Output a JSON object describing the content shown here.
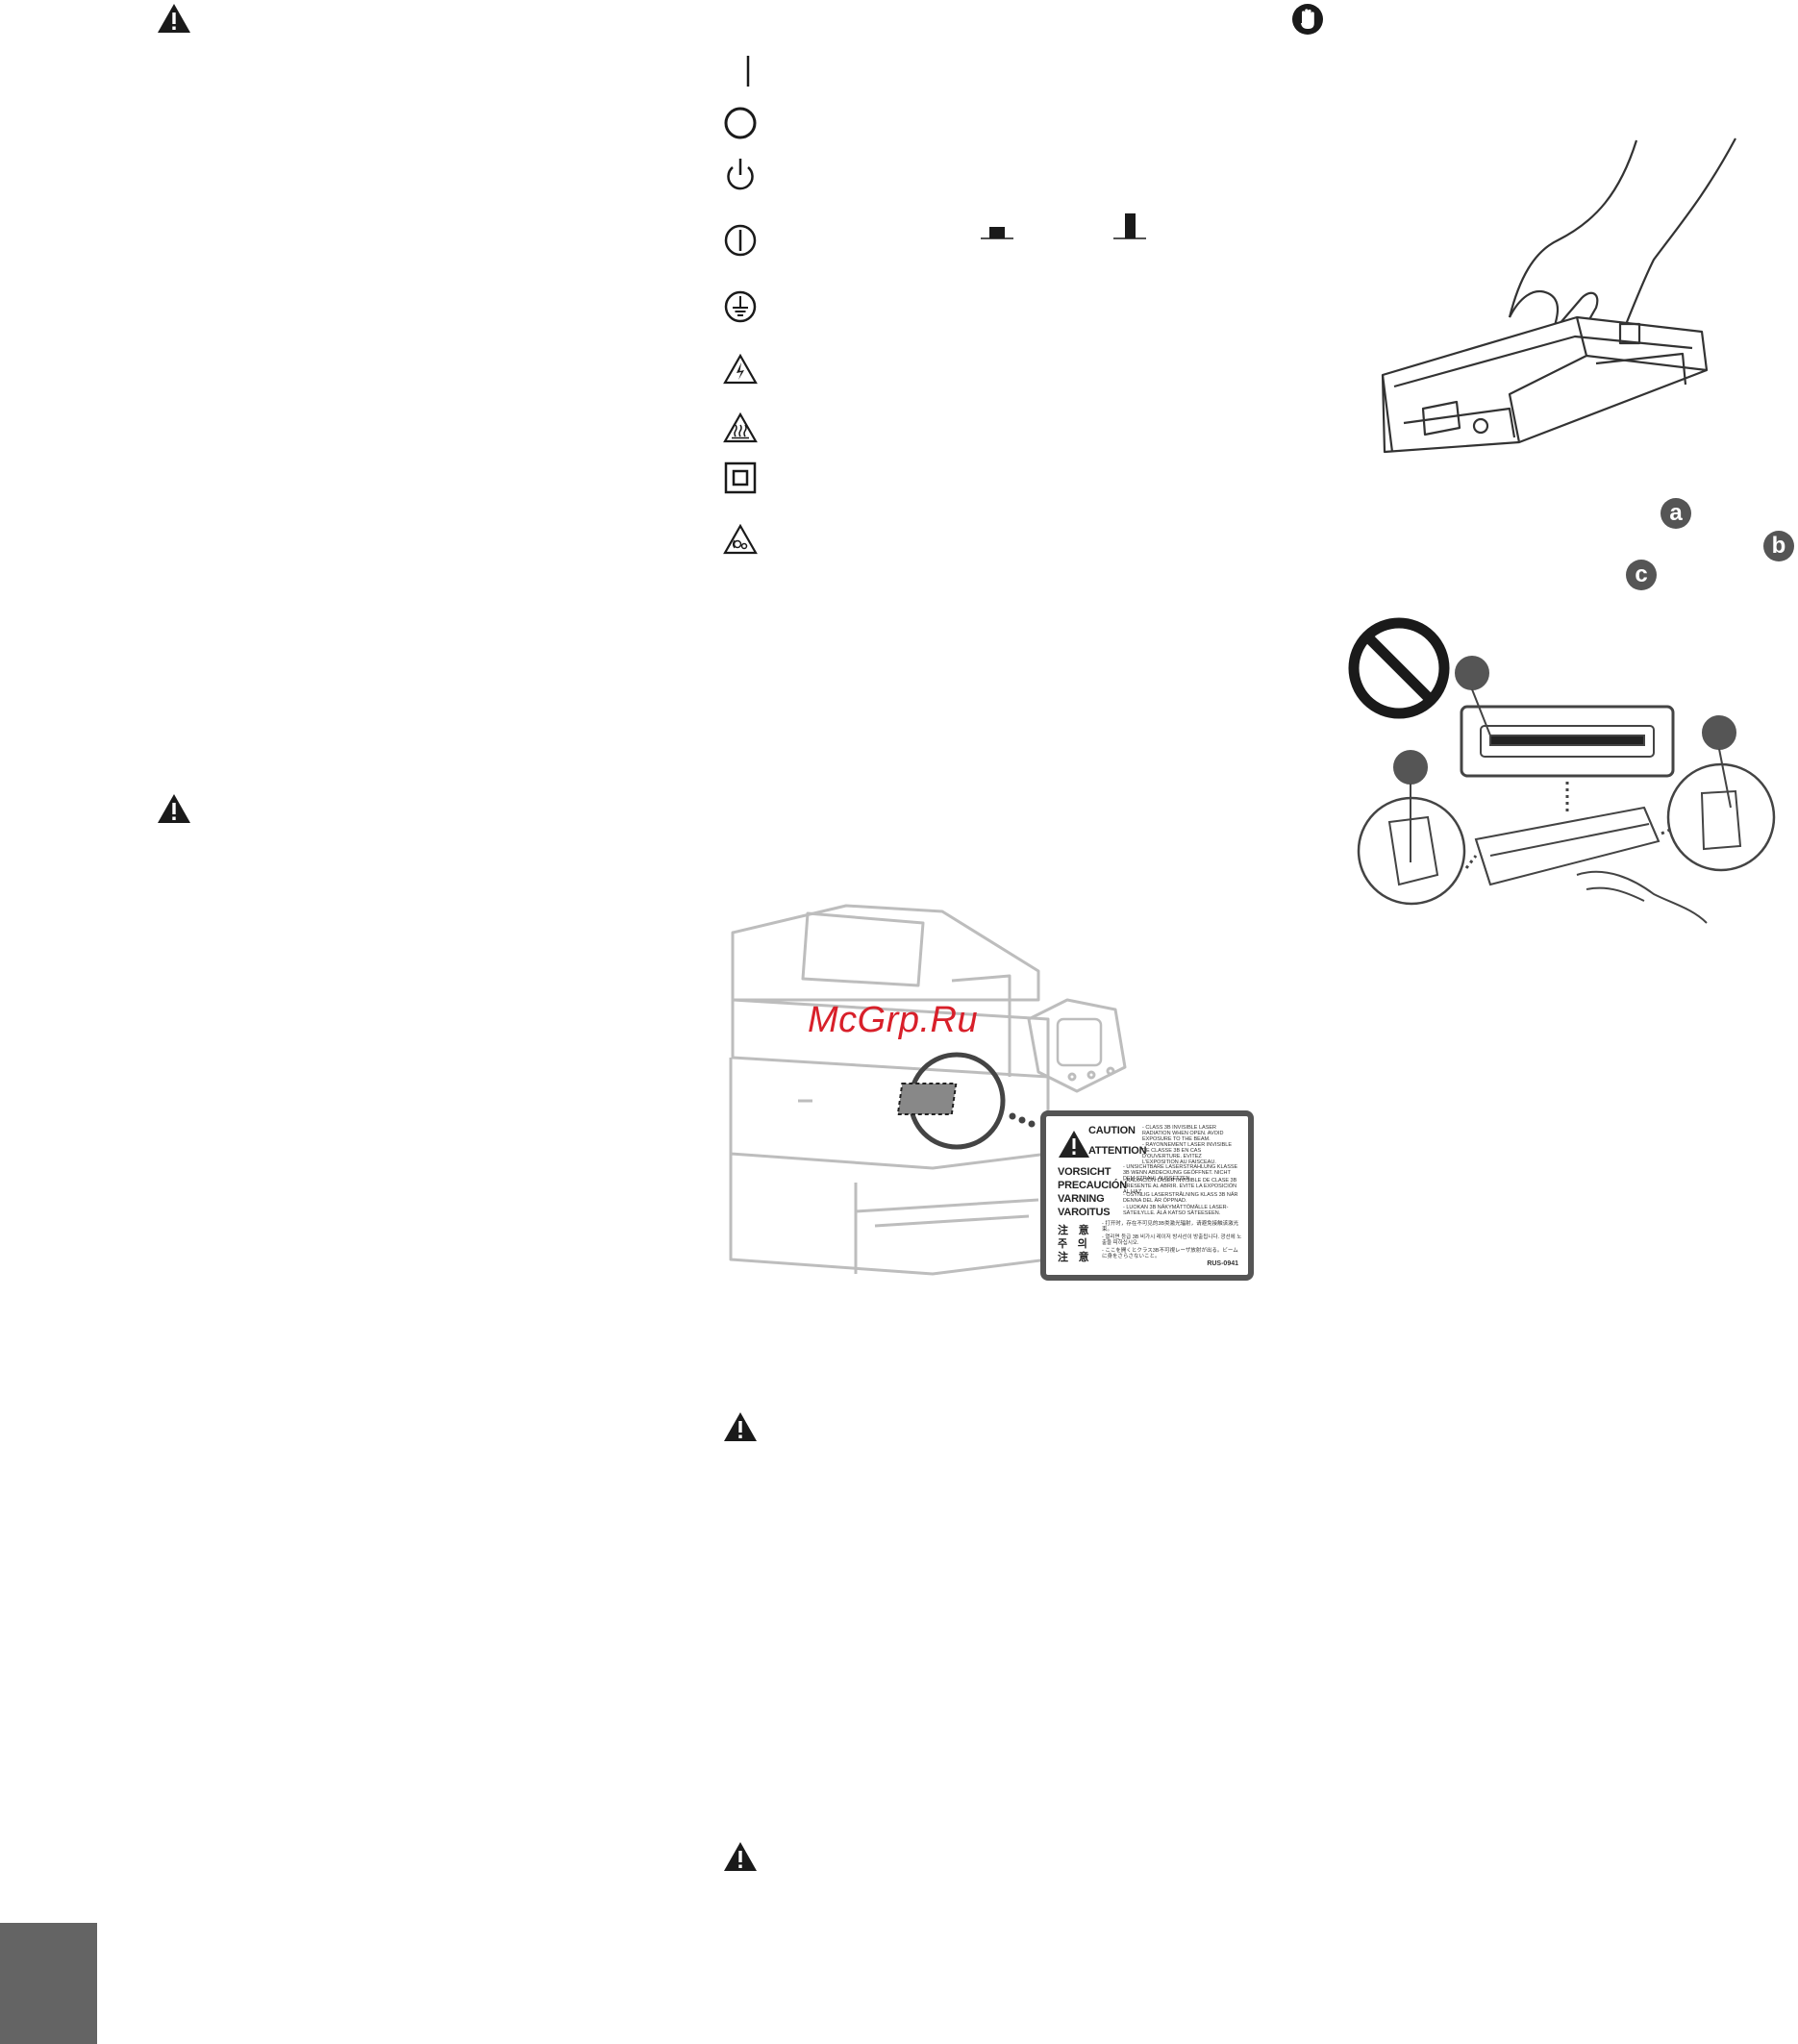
{
  "page": {
    "background": "#ffffff",
    "accent_gray": "#646464"
  },
  "watermark": {
    "text": "McGrp.Ru",
    "color": "#d8202a"
  },
  "laser_label": {
    "rows": [
      {
        "heading": "CAUTION",
        "text": "- CLASS 3B INVISIBLE LASER RADIATION WHEN OPEN. AVOID EXPOSURE TO THE BEAM."
      },
      {
        "heading": "ATTENTION",
        "text": "- RAYONNEMENT LASER INVISIBLE DE CLASSE 3B EN CAS D'OUVERTURE. EVITEZ L'EXPOSITION AU FAISCEAU."
      },
      {
        "heading": "VORSICHT",
        "text": "- UNSICHTBARE LASERSTRAHLUNG KLASSE 3B WENN ABDECKUNG GEÖFFNET. NICHT DEM STRAHL AUSSETZEN."
      },
      {
        "heading": "PRECAUCIÓN",
        "text": "- RADIACIÓN LÁSER INVISIBLE DE CLASE 3B PRESENTE AL ABRIR. EVITE LA EXPOSICIÓN AL HAZ."
      },
      {
        "heading": "VARNING",
        "text": "- OSYNLIG LASERSTRÅLNING KLASS 3B NÄR DENNA DEL ÄR ÖPPNAD."
      },
      {
        "heading": "VAROITUS",
        "text": "- LUOKAN 3B NÄKYMÄTTÖMÄLLE LASER-SÄTEILYLLE. ÄLÄ KATSO SÄTEESEEN."
      },
      {
        "heading": "注　意",
        "text": "- 打开时，存在不可见的3B类激光辐射，请避免接触该激光束。"
      },
      {
        "heading": "주　의",
        "text": "- 열리면 등급 3B 비가시 레이저 방사선이 방출됩니다. 광선에 노출을 피하십시오."
      },
      {
        "heading": "注　意",
        "text": "- ここを開くとクラス3B不可視レーザ放射が出る。ビームに身をさらさないこと。"
      }
    ],
    "code": "RUS-0941"
  },
  "callouts": {
    "top": [
      "a",
      "b",
      "c"
    ]
  },
  "icons": {
    "warning_left_1": "warning-triangle-icon",
    "caution_left_2": "warning-triangle-icon",
    "warning_mid_1": "warning-triangle-icon",
    "caution_mid_2": "warning-triangle-icon",
    "important": "hand-stop-icon",
    "symbols": [
      "power-on-line-icon",
      "power-off-circle-icon",
      "standby-icon",
      "push-push-switch-icon",
      "protective-earth-icon",
      "electric-shock-icon",
      "hot-surface-icon",
      "class-ii-equipment-icon",
      "moving-parts-icon"
    ],
    "prohibition": "prohibition-icon"
  }
}
